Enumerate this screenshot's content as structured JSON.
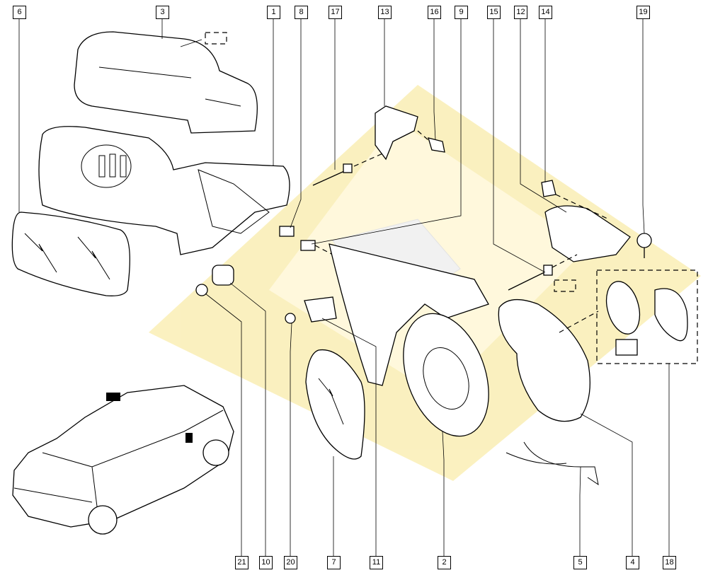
{
  "diagram": {
    "title_hidden": null,
    "callouts_top": [
      "6",
      "3",
      "1",
      "8",
      "17",
      "13",
      "16",
      "9",
      "15",
      "12",
      "14",
      "19"
    ],
    "callouts_bottom": [
      "21",
      "10",
      "20",
      "7",
      "11",
      "2",
      "5",
      "4",
      "18"
    ],
    "watermark_color": "#f5e27a"
  }
}
